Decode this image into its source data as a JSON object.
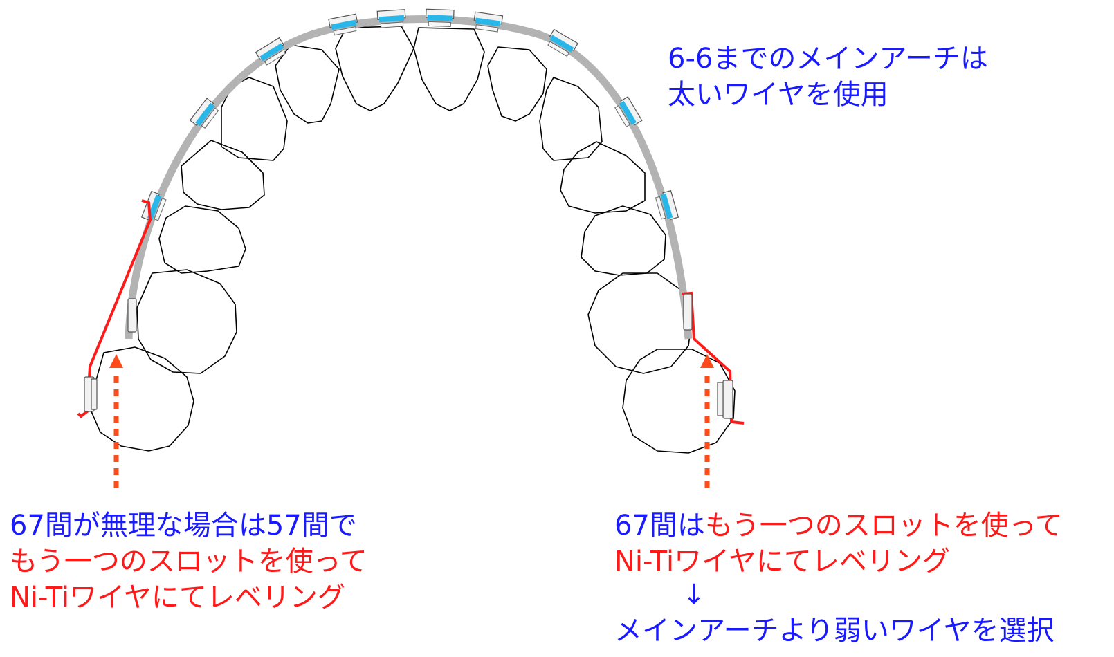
{
  "colors": {
    "wire_main": "#b3b3b3",
    "wire_niti": "#ff1a1a",
    "bracket_slot": "#29b6e8",
    "arrow": "#ff4a1a",
    "text_blue": "#1a1aff",
    "text_red": "#ff1a1a",
    "tooth_outline": "#000000"
  },
  "top_note": {
    "line1": "6-6までのメインアーチは",
    "line2": "太いワイヤを使用"
  },
  "left_note": {
    "line1": "67間が無理な場合は57間で",
    "line2": "もう一つのスロットを使って",
    "line3": "Ni-Tiワイヤにてレベリング"
  },
  "right_note": {
    "line1_blue": "67間は",
    "line1_red": "もう一つのスロットを使って",
    "line2": "Ni-Tiワイヤにてレベリング",
    "arrow_glyph": "↓",
    "line4": "メインアーチより弱いワイヤを選択"
  },
  "legend_icons": {
    "arrow_marker": "dotted-up-arrow-icon",
    "tooth": "tooth-outline-icon",
    "bracket": "bracket-icon"
  }
}
